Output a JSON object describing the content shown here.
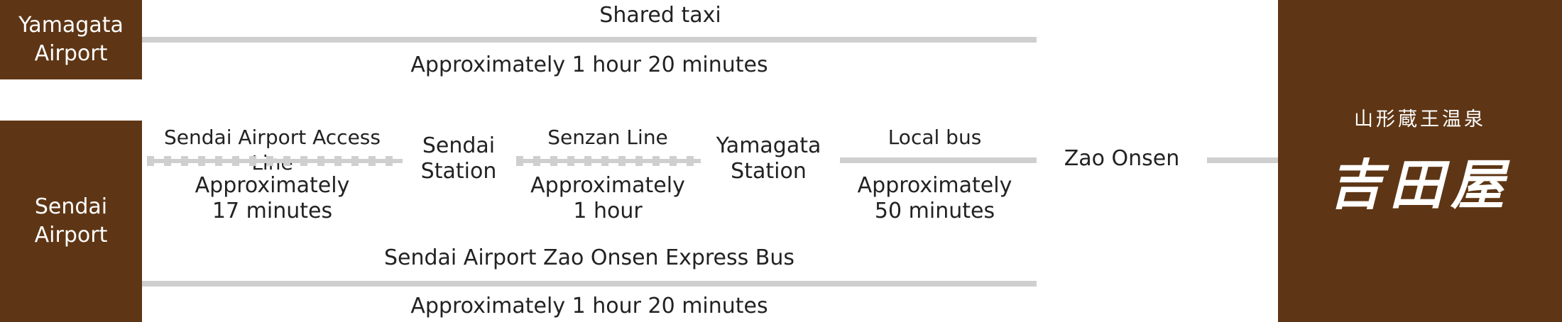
{
  "origins": {
    "yamagata_airport": "Yamagata\nAirport",
    "sendai_airport": "Sendai\nAirport"
  },
  "stations": {
    "sendai": "Sendai\nStation",
    "yamagata": "Yamagata\nStation",
    "zao_onsen": "Zao Onsen"
  },
  "routes": {
    "shared_taxi": {
      "name": "Shared taxi",
      "duration": "Approximately 1 hour 20 minutes"
    },
    "access_line": {
      "name": "Sendai Airport Access Line",
      "duration": "Approximately\n17 minutes"
    },
    "senzan_line": {
      "name": "Senzan Line",
      "duration": "Approximately\n1 hour"
    },
    "local_bus": {
      "name": "Local bus",
      "duration": "Approximately\n50 minutes"
    },
    "express_bus": {
      "name": "Sendai Airport Zao Onsen Express Bus",
      "duration": "Approximately 1 hour 20 minutes"
    }
  },
  "destination": {
    "area": "山形蔵王温泉",
    "name": "吉田屋"
  },
  "colors": {
    "brand_brown": "#5e3615",
    "line_gray": "#cfcfcf"
  }
}
